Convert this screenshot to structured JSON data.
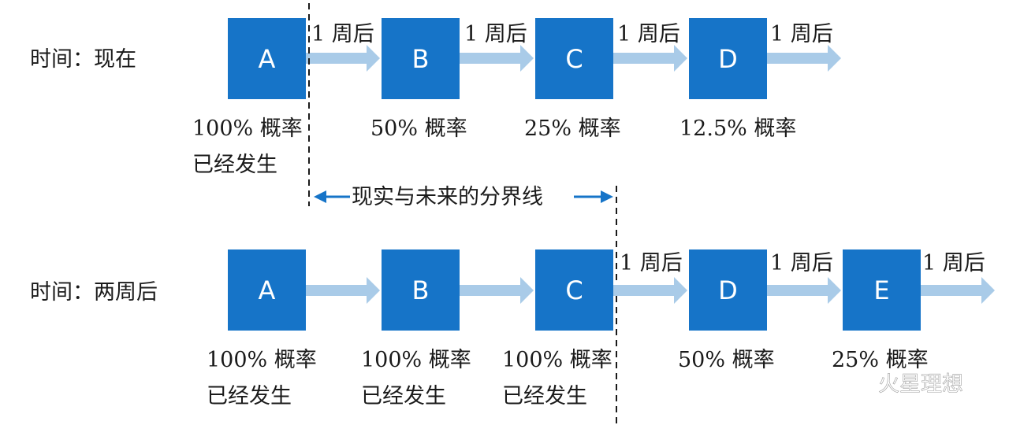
{
  "colors": {
    "box": "#1674c8",
    "arrow": "#a9cbe8",
    "divider_arrow": "#1674c8",
    "text": "#1a1a1a"
  },
  "rows": [
    {
      "time_label": "时间：现在",
      "nodes": [
        {
          "letter": "A",
          "prob": "100% 概率",
          "note": "已经发生"
        },
        {
          "letter": "B",
          "prob": "50% 概率",
          "note": ""
        },
        {
          "letter": "C",
          "prob": "25% 概率",
          "note": ""
        },
        {
          "letter": "D",
          "prob": "12.5% 概率",
          "note": ""
        }
      ],
      "arrow_labels": [
        "1 周后",
        "1 周后",
        "1 周后",
        "1 周后"
      ]
    },
    {
      "time_label": "时间：两周后",
      "nodes": [
        {
          "letter": "A",
          "prob": "100% 概率",
          "note": "已经发生"
        },
        {
          "letter": "B",
          "prob": "100% 概率",
          "note": "已经发生"
        },
        {
          "letter": "C",
          "prob": "100% 概率",
          "note": "已经发生"
        },
        {
          "letter": "D",
          "prob": "50% 概率",
          "note": ""
        },
        {
          "letter": "E",
          "prob": "25% 概率",
          "note": ""
        }
      ],
      "arrow_labels": [
        "",
        "",
        "1 周后",
        "1 周后",
        "1 周后"
      ]
    }
  ],
  "divider_label": "现实与未来的分界线",
  "watermark": "火星理想",
  "watermark_icon": "wechat-icon"
}
